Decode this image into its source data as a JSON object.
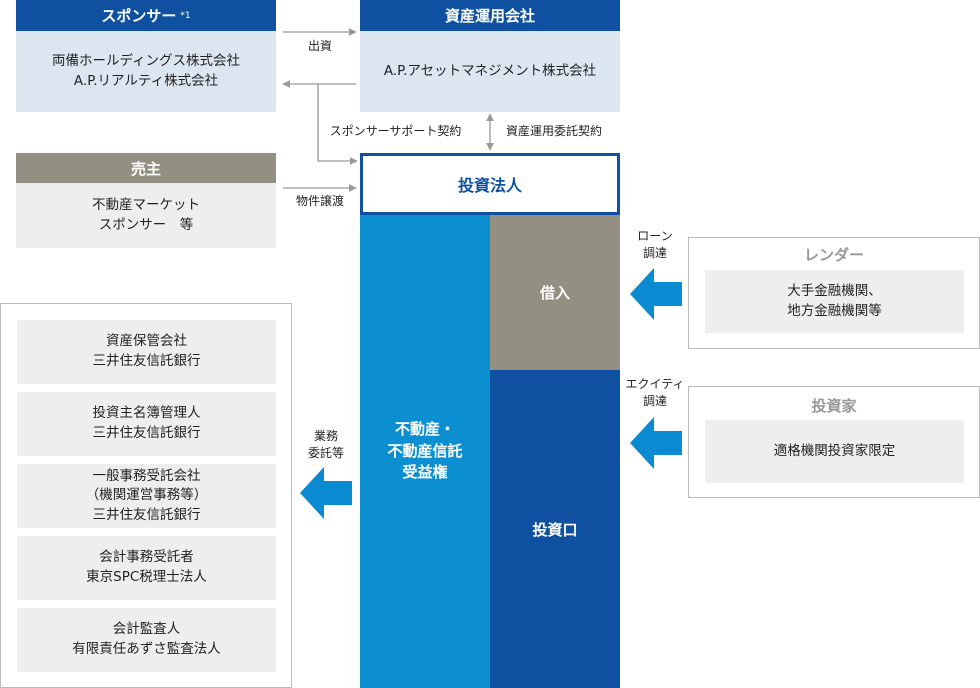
{
  "colors": {
    "navy": "#0f51a0",
    "sky": "#0b8fd1",
    "taupe": "#948f83",
    "pale_blue": "#dce6f1",
    "light_gray": "#eeeeee",
    "gray_border": "#bbbbbb",
    "arrow_blue": "#0a8ad1",
    "connector": "#999999"
  },
  "sponsor": {
    "title": "スポンサー",
    "note_mark": "*1",
    "body": "両備ホールディングス株式会社\nA.P.リアルティ株式会社"
  },
  "asset_manager": {
    "title": "資産運用会社",
    "body": "A.P.アセットマネジメント株式会社"
  },
  "seller": {
    "title": "売主",
    "body": "不動産マーケット\nスポンサー　等"
  },
  "investment_corp": {
    "title": "投資法人",
    "assets_label": "不動産・\n不動産信託\n受益権",
    "borrowing_label": "借入",
    "units_label": "投資口"
  },
  "lender": {
    "title": "レンダー",
    "body": "大手金融機関、\n地方金融機関等"
  },
  "investor": {
    "title": "投資家",
    "body": "適格機関投資家限定"
  },
  "service_providers": [
    {
      "text": "資産保管会社\n三井住友信託銀行"
    },
    {
      "text": "投資主名簿管理人\n三井住友信託銀行"
    },
    {
      "text": "一般事務受託会社\n（機関運営事務等）\n三井住友信託銀行"
    },
    {
      "text": "会計事務受託者\n東京SPC税理士法人"
    },
    {
      "text": "会計監査人\n有限責任あずさ監査法人"
    }
  ],
  "labels": {
    "investment": "出資",
    "sponsor_support": "スポンサーサポート契約",
    "asset_mgmt_contract": "資産運用委託契約",
    "property_transfer": "物件譲渡",
    "loan_funding": "ローン\n調達",
    "equity_funding": "エクイティ\n調達",
    "outsourcing": "業務\n委託等"
  }
}
